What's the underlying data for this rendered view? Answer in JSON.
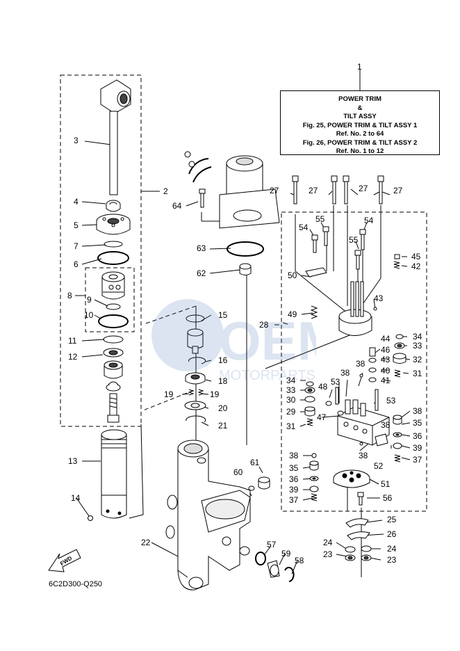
{
  "infobox": {
    "line1": "POWER TRIM",
    "line2": "&",
    "line3": "TILT ASSY",
    "line4": "Fig. 25, POWER TRIM & TILT ASSY 1",
    "line5": "Ref. No. 2 to 64",
    "line6": "Fig. 26, POWER TRIM & TILT ASSY 2",
    "line7": "Ref. No. 1 to 12"
  },
  "reference_code": "6C2D300-Q250",
  "fwd_label": "FWD",
  "watermark": {
    "brand": "OEM",
    "sub": "MOTORPARTS",
    "color": "#3f6fb0"
  },
  "callouts": {
    "c1": "1",
    "c2": "2",
    "c3": "3",
    "c4": "4",
    "c5": "5",
    "c6": "6",
    "c7": "7",
    "c8": "8",
    "c9": "9",
    "c10": "10",
    "c11": "11",
    "c12": "12",
    "c13": "13",
    "c14": "14",
    "c15": "15",
    "c16": "16",
    "c18": "18",
    "c19a": "19",
    "c19b": "19",
    "c20": "20",
    "c21": "21",
    "c22": "22",
    "c23a": "23",
    "c23b": "23",
    "c24a": "24",
    "c24b": "24",
    "c25": "25",
    "c26": "26",
    "c27a": "27",
    "c27b": "27",
    "c27c": "27",
    "c27d": "27",
    "c28": "28",
    "c29": "29",
    "c30": "30",
    "c31a": "31",
    "c31b": "31",
    "c32": "32",
    "c33a": "33",
    "c33b": "33",
    "c34a": "34",
    "c34b": "34",
    "c35a": "35",
    "c35b": "35",
    "c36a": "36",
    "c36b": "36",
    "c37a": "37",
    "c37b": "37",
    "c38a": "38",
    "c38b": "38",
    "c38c": "38",
    "c38d": "38",
    "c38e": "38",
    "c38f": "38",
    "c39a": "39",
    "c39b": "39",
    "c40": "40",
    "c41": "41",
    "c42": "42",
    "c43a": "43",
    "c43b": "43",
    "c44": "44",
    "c45": "45",
    "c46": "46",
    "c47": "47",
    "c48": "48",
    "c49": "49",
    "c50": "50",
    "c51": "51",
    "c52": "52",
    "c53a": "53",
    "c53b": "53",
    "c54a": "54",
    "c54b": "54",
    "c55a": "55",
    "c55b": "55",
    "c56": "56",
    "c57": "57",
    "c58": "58",
    "c59": "59",
    "c60": "60",
    "c61": "61",
    "c62": "62",
    "c63": "63",
    "c64": "64"
  }
}
